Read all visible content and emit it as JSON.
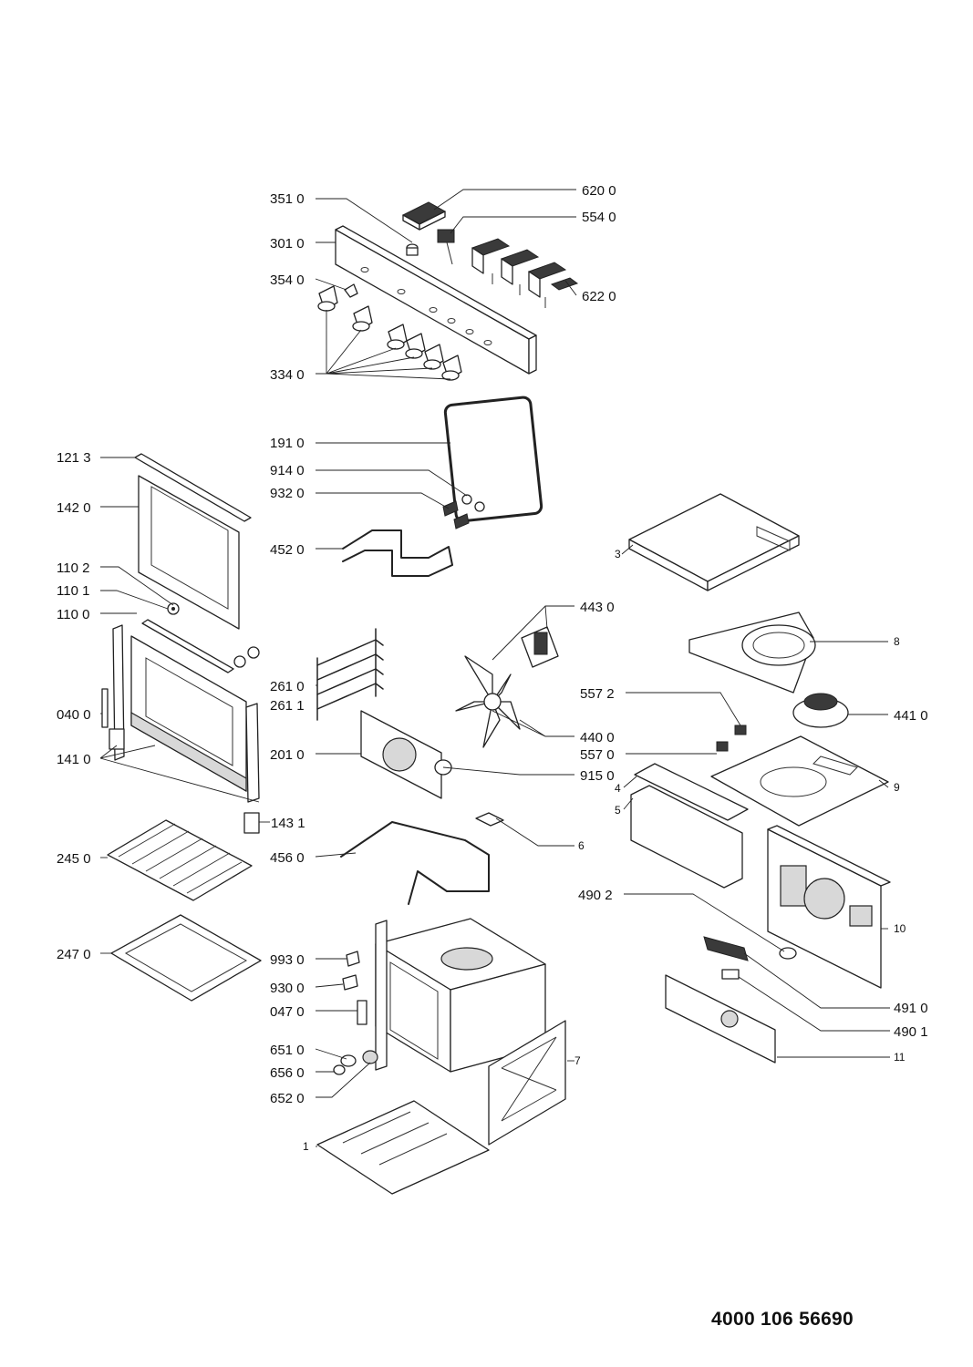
{
  "document_number": "4000 106 56690",
  "labels": {
    "l3510": "351 0",
    "l6200": "620 0",
    "l5540": "554 0",
    "l3010": "301 0",
    "l3540": "354 0",
    "l6220": "622 0",
    "l3340": "334 0",
    "l1910": "191 0",
    "l9140": "914 0",
    "l9320": "932 0",
    "l4520": "452 0",
    "l1213": "121 3",
    "l1420": "142 0",
    "l1102": "110 2",
    "l1101": "110 1",
    "l1100": "110 0",
    "l0400": "040 0",
    "l1410": "141 0",
    "l1431": "143 1",
    "l2610": "261 0",
    "l2611": "261 1",
    "l2010": "201 0",
    "l4430": "443 0",
    "l5572": "557 2",
    "l4400": "440 0",
    "l5570": "557 0",
    "l9150": "915 0",
    "l4410": "441 0",
    "l2450": "245 0",
    "l4560": "456 0",
    "l2470": "247 0",
    "l4902": "490 2",
    "l4910": "491 0",
    "l4901": "490 1",
    "l9930": "993 0",
    "l9300": "930 0",
    "l0470": "047 0",
    "l6510": "651 0",
    "l6560": "656 0",
    "l6520": "652 0",
    "n1": "1",
    "n3": "3",
    "n4": "4",
    "n5": "5",
    "n6": "6",
    "n7": "7",
    "n8": "8",
    "n9": "9",
    "n10": "10",
    "n11": "11"
  }
}
